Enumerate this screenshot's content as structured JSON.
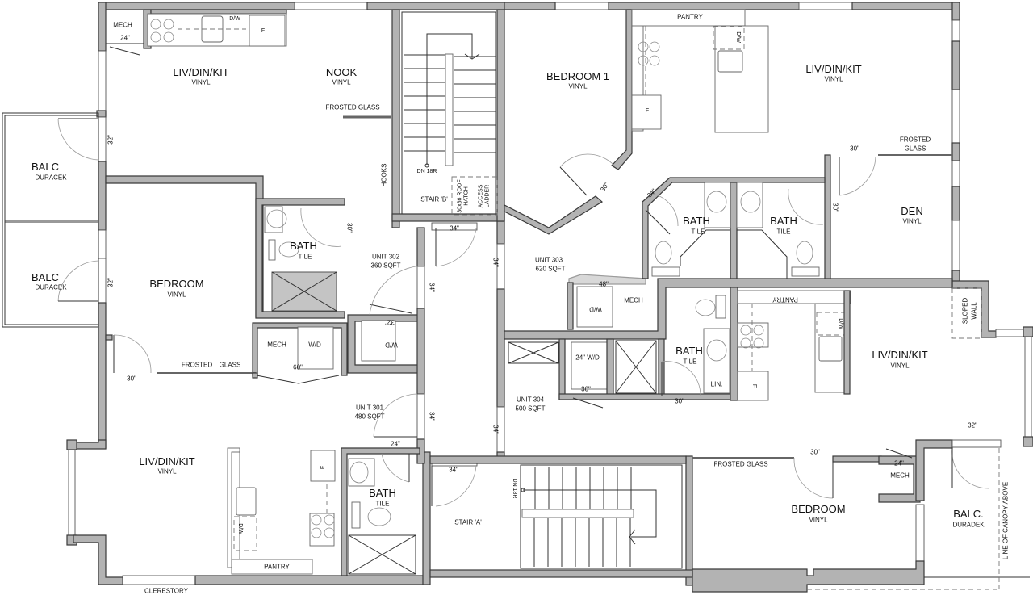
{
  "plan": {
    "units": [
      {
        "id": "unit-301",
        "name": "UNIT 301",
        "area": "480 SQFT"
      },
      {
        "id": "unit-302",
        "name": "UNIT 302",
        "area": "360 SQFT"
      },
      {
        "id": "unit-303",
        "name": "UNIT 303",
        "area": "620 SQFT"
      },
      {
        "id": "unit-304",
        "name": "UNIT 304",
        "area": "500 SQFT"
      }
    ],
    "rooms": {
      "u302_livdinkit": {
        "name": "LIV/DIN/KIT",
        "floor": "VINYL"
      },
      "u302_nook": {
        "name": "NOOK",
        "floor": "VINYL"
      },
      "u302_bath": {
        "name": "BATH",
        "floor": "TILE"
      },
      "u302_balc": {
        "name": "BALC",
        "floor": "DURACEK"
      },
      "u301_balc": {
        "name": "BALC",
        "floor": "DURACEK"
      },
      "u301_bedroom": {
        "name": "BEDROOM",
        "floor": "VINYL"
      },
      "u301_livdinkit": {
        "name": "LIV/DIN/KIT",
        "floor": "VINYL"
      },
      "u301_bath": {
        "name": "BATH",
        "floor": "TILE"
      },
      "u303_bedroom1": {
        "name": "BEDROOM 1",
        "floor": "VINYL"
      },
      "u303_livdinkit": {
        "name": "LIV/DIN/KIT",
        "floor": "VINYL"
      },
      "u303_bath_a": {
        "name": "BATH",
        "floor": "TILE"
      },
      "u303_bath_b": {
        "name": "BATH",
        "floor": "TILE"
      },
      "u303_den": {
        "name": "DEN",
        "floor": "VINYL"
      },
      "u304_bath": {
        "name": "BATH",
        "floor": "TILE"
      },
      "u304_livdinkit": {
        "name": "LIV/DIN/KIT",
        "floor": "VINYL"
      },
      "u304_bedroom": {
        "name": "BEDROOM",
        "floor": "VINYL"
      },
      "u304_balc": {
        "name": "BALC.",
        "floor": "DURADEK"
      }
    },
    "stairs": {
      "stair_b": {
        "name": "STAIR 'B'",
        "dn": "DN 18R",
        "hatch": "30x36 ROOF HATCH",
        "ladder": "ACCESS LADDER"
      },
      "stair_a": {
        "name": "STAIR 'A'",
        "dn": "DN 18R"
      }
    },
    "labels": {
      "mech": "MECH",
      "wd": "W/D",
      "wd24": "24\" W/D",
      "dw": "D/W",
      "fridge": "F",
      "pantry": "PANTRY",
      "lin": "LIN.",
      "hooks": "HOOKS",
      "frosted_glass": "FROSTED GLASS",
      "frosted": "FROSTED",
      "glass": "GLASS",
      "sloped": "SLOPED",
      "wall": "WALL",
      "clerestory": "CLERESTORY",
      "canopy": "LINE OF CANOPY ABOVE"
    },
    "dims": {
      "d24": "24\"",
      "d30": "30\"",
      "d32": "32\"",
      "d34": "34\"",
      "d48": "48\"",
      "d60": "60\""
    }
  }
}
